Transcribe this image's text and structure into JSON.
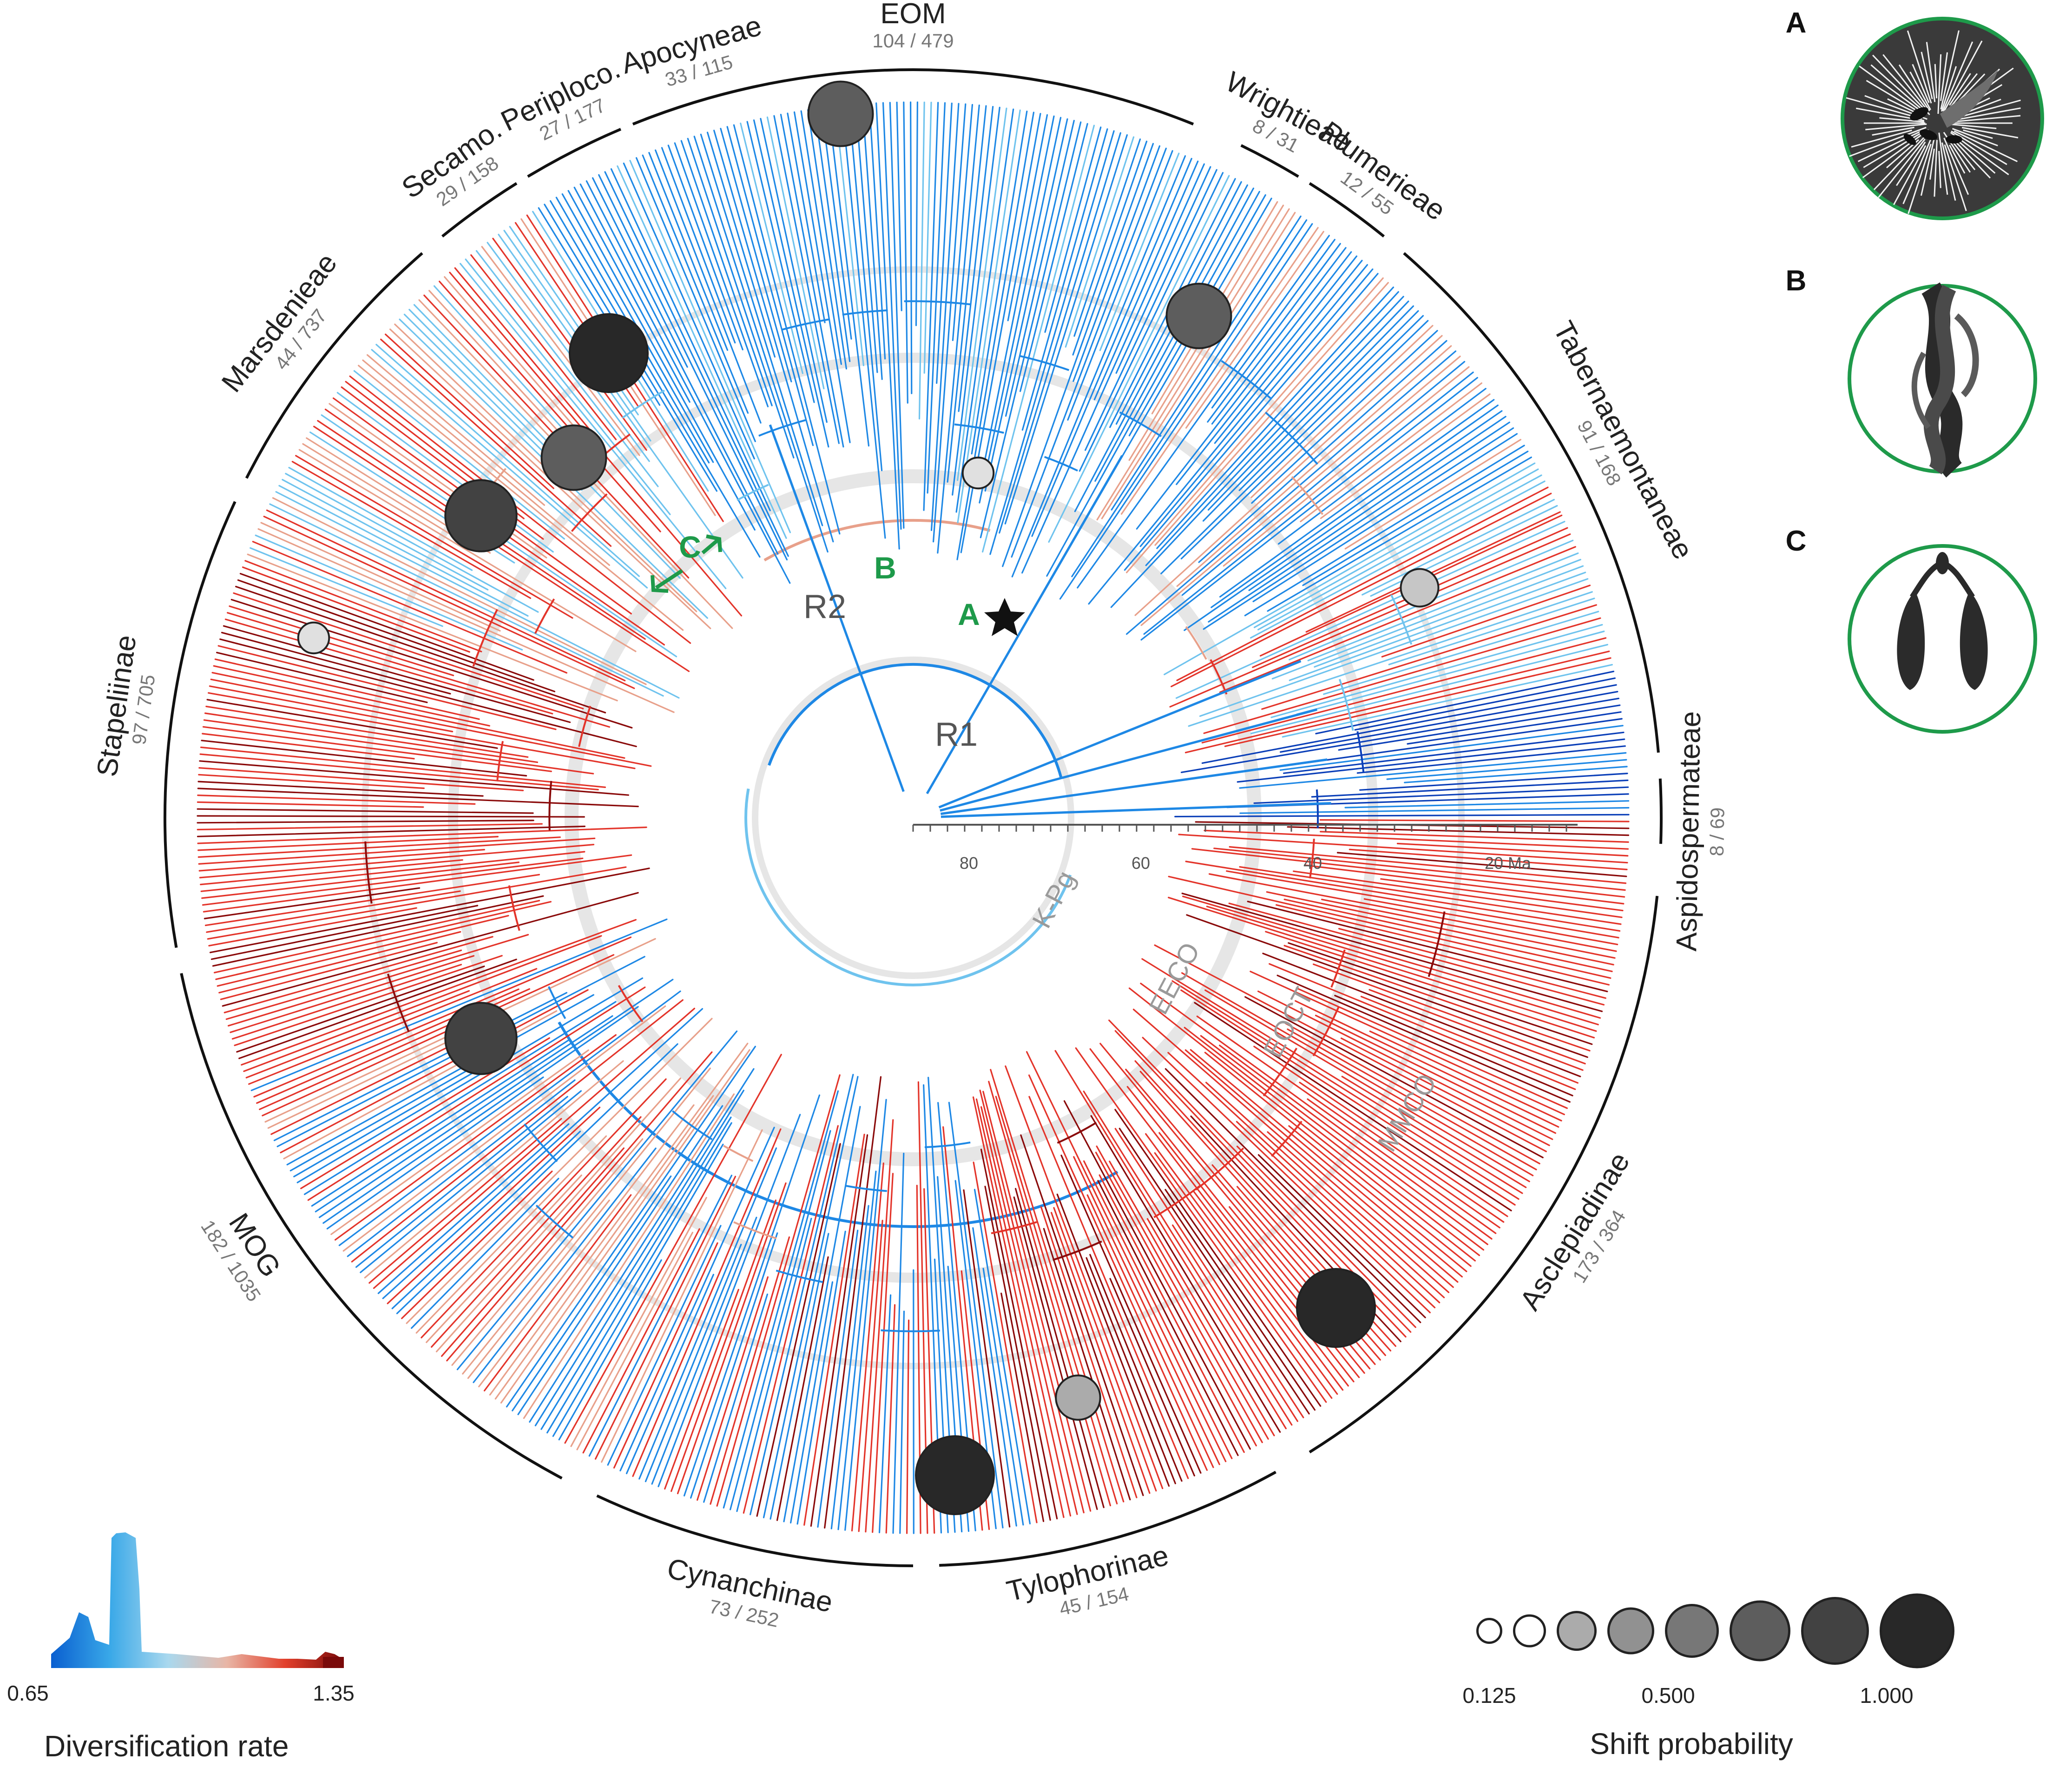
{
  "clades": [
    {
      "name": "EOM",
      "count": "104 / 479"
    },
    {
      "name": "Wrightieae",
      "count": "8 / 31"
    },
    {
      "name": "Plumerieae",
      "count": "12 / 55"
    },
    {
      "name": "Tabernaemontaneae",
      "count": "91 / 168"
    },
    {
      "name": "Aspidospermateae",
      "count": "8 / 69"
    },
    {
      "name": "Asclepiadinae",
      "count": "173 / 364"
    },
    {
      "name": "Tylophorinae",
      "count": "45 / 154"
    },
    {
      "name": "Cynanchinae",
      "count": "73 / 252"
    },
    {
      "name": "MOG",
      "count": "182 / 1035"
    },
    {
      "name": "Stapeliinae",
      "count": "97 / 705"
    },
    {
      "name": "Marsdenieae",
      "count": "44 / 737"
    },
    {
      "name": "Secamo.",
      "count": "29 / 158"
    },
    {
      "name": "Periploco.",
      "count": "27 / 177"
    },
    {
      "name": "Apocyneae",
      "count": "33 / 115"
    }
  ],
  "time_axis": {
    "ticks": [
      "80",
      "60",
      "40",
      "20 Ma"
    ]
  },
  "events": [
    "K-Pg",
    "EECO",
    "EOCT",
    "MMCO"
  ],
  "roots": {
    "r1": "R1",
    "r2": "R2"
  },
  "shift_markers": {
    "a": "A",
    "b": "B",
    "c": "C"
  },
  "panels": {
    "letters": [
      "A",
      "B",
      "C"
    ],
    "descriptions": [
      "seed with coma (photograph)",
      "twisted follicles",
      "paired follicles"
    ]
  },
  "legend_rate": {
    "title": "Diversification rate",
    "min": "0.65",
    "max": "1.35",
    "colors": [
      "#0a5fd0",
      "#39a8e8",
      "#a9d8ee",
      "#e8b6a6",
      "#e2402c",
      "#7a0a0a"
    ]
  },
  "legend_shift": {
    "title": "Shift probability",
    "tick_labels": [
      "0.125",
      "0.500",
      "1.000"
    ],
    "probabilities": [
      0.125,
      0.25,
      0.375,
      0.5,
      0.625,
      0.75,
      0.875,
      1.0
    ]
  },
  "colors": {
    "blue_dark": "#0b3fb8",
    "blue": "#1e88e5",
    "blue_light": "#6fc3ee",
    "salmon": "#e8a08a",
    "red": "#e3342a",
    "dark_red": "#8a0a0a",
    "green": "#1e9a4a",
    "ring_grey": "#e6e6e6"
  }
}
